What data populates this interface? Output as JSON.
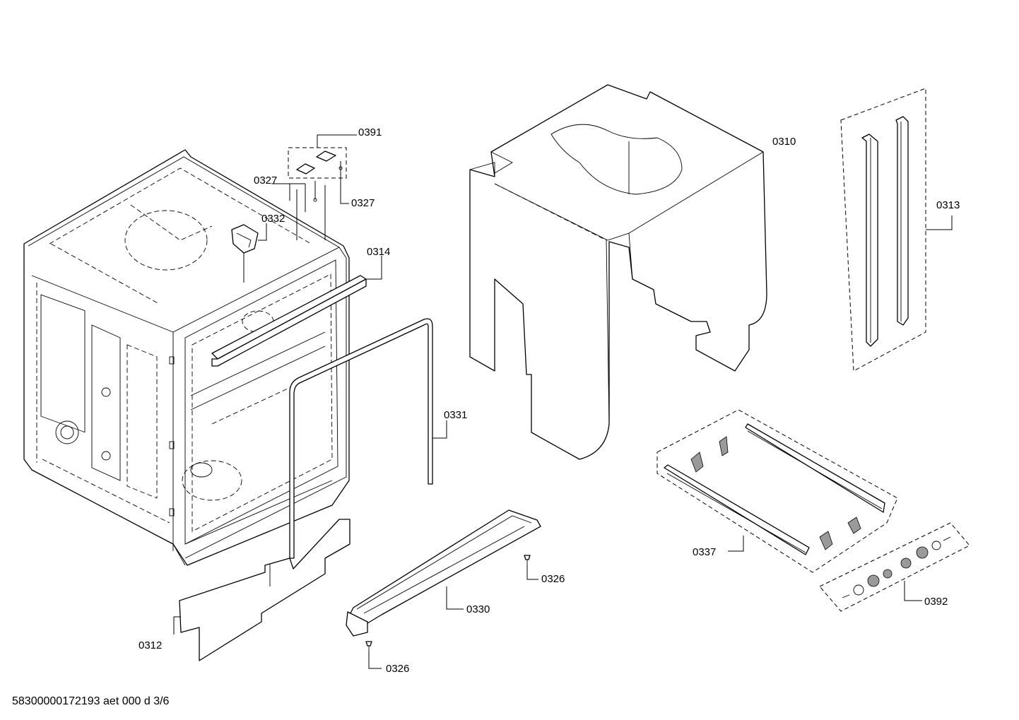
{
  "diagram": {
    "labels": {
      "p0391": "0391",
      "p0327a": "0327",
      "p0327b": "0327",
      "p0332": "0332",
      "p0314": "0314",
      "p0310": "0310",
      "p0313": "0313",
      "p0331": "0331",
      "p0337": "0337",
      "p0326a": "0326",
      "p0330": "0330",
      "p0326b": "0326",
      "p0392": "0392",
      "p0312": "0312"
    },
    "footer": "58300000172193 aet 000 d 3/6"
  }
}
